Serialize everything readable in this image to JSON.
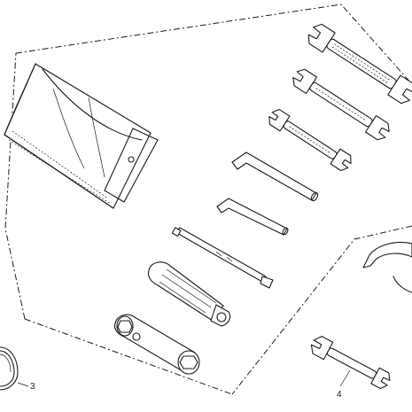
{
  "diagram": {
    "callouts": [
      {
        "id": "c3",
        "text": "3"
      },
      {
        "id": "c4",
        "text": "4"
      }
    ],
    "line_color": "#1a1a1a",
    "background": "#ffffff"
  }
}
